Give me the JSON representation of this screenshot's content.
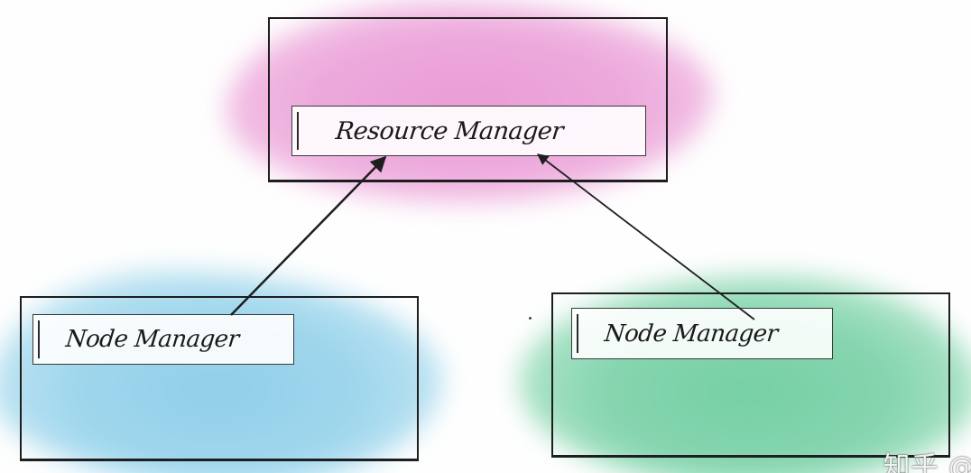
{
  "diagram": {
    "top_node": {
      "label": "Resource Manager",
      "wash_color": "#e68ccf"
    },
    "left_node": {
      "label": "Node Manager",
      "wash_color": "#7ec7e6"
    },
    "right_node": {
      "label": "Node Manager",
      "wash_color": "#5ec795"
    },
    "connections": [
      {
        "from": "left_node",
        "to": "top_node",
        "arrow": "head-at-target"
      },
      {
        "from": "right_node",
        "to": "top_node",
        "arrow": "head-at-target"
      }
    ],
    "line_color": "#1e1e1e"
  },
  "watermark": {
    "text": "知乎 @"
  }
}
